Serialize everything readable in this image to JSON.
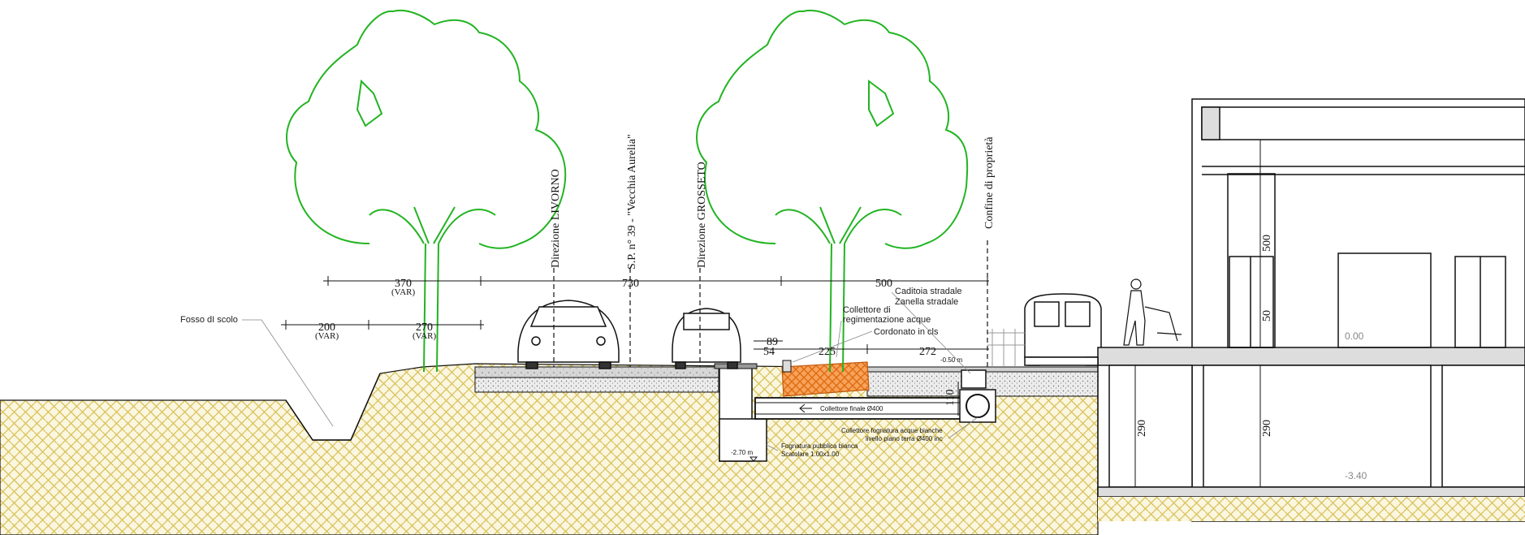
{
  "labels": {
    "fosso": "Fosso dI scolo",
    "dir_livorno": "Direzione LIVORNO",
    "road_name": "S.P. n° 39 - \"Vecchia Aurelia\"",
    "dir_grosseto": "Direzione GROSSETO",
    "confine": "Confine di proprietà",
    "caditoia": "Caditoia stradale",
    "zanella": "Zanella stradale",
    "collettore_regimentazione_1": "Collettore di",
    "collettore_regimentazione_2": "regimentazione acque",
    "cordonato": "Cordonato in cls",
    "collettore_finale": "Collettore finale Ø400",
    "collettore_fognatura_1": "Collettore fognatura acque bianche",
    "collettore_fognatura_2": "livello piano terra Ø400 inc",
    "fognatura_pubblica_1": "Fognatura pubblica bianca",
    "fognatura_pubblica_2": "Scatolare 1.00x1.00"
  },
  "dimensions": {
    "d370": "370",
    "d370_note": "(VAR)",
    "d730": "730",
    "d500": "500",
    "d200": "200",
    "d200_note": "(VAR)",
    "d270": "270",
    "d270_note": "(VAR)",
    "d89": "89",
    "d54": "54",
    "d225": "225",
    "d272": "272",
    "d110": "110",
    "d290_left": "290",
    "d290_right": "290",
    "d500_building": "500",
    "d50_building": "50"
  },
  "levels": {
    "minus050": "-0.50 m",
    "minus270": "-2.70 m",
    "zero": "0.00",
    "minus340": "-3.40"
  },
  "colors": {
    "tree": "#22b422",
    "soil_hatch": "#d8c25a",
    "gravel": "#e07a1e",
    "line": "#111111"
  }
}
